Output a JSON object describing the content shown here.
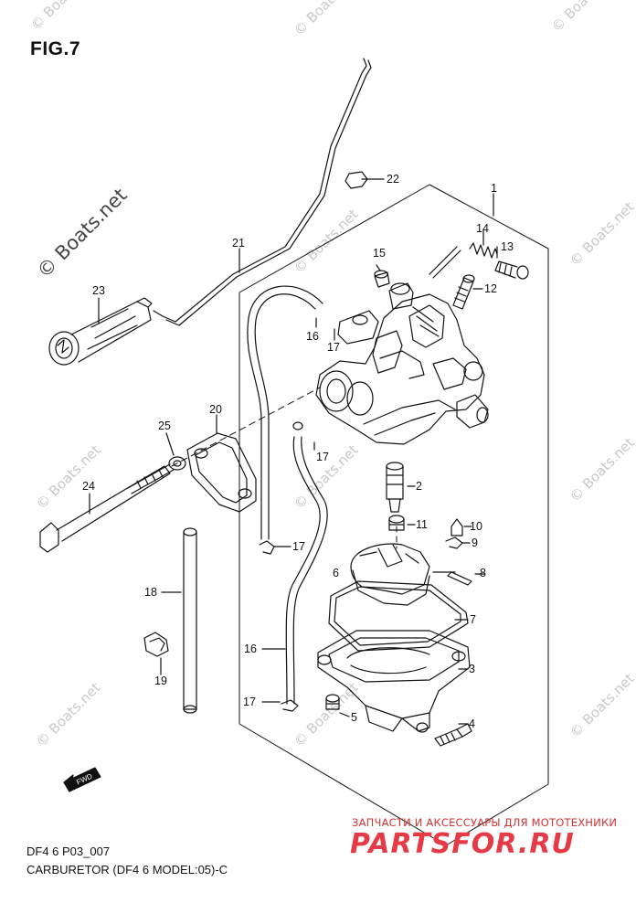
{
  "figure": {
    "title": "FIG.7",
    "code": "DF4 6 P03_007",
    "caption": "CARBURETOR (DF4 6 MODEL:05)-C"
  },
  "watermark": {
    "main": "© Boats.net",
    "repeat": "© Boats.net"
  },
  "promo": {
    "line": "ЗАПЧАСТИ И АКСЕССУАРЫ ДЛЯ МОТОТЕХНИКИ",
    "brand": "PARTSFOR.RU"
  },
  "fwd_label": "FWD",
  "part_numbers": {
    "p1": "1",
    "p2": "2",
    "p3": "3",
    "p4": "4",
    "p5": "5",
    "p6": "6",
    "p7": "7",
    "p8": "8",
    "p9": "9",
    "p10": "10",
    "p11": "11",
    "p12": "12",
    "p13": "13",
    "p14": "14",
    "p15": "15",
    "p16a": "16",
    "p16b": "16",
    "p17a": "17",
    "p17b": "17",
    "p17c": "17",
    "p17d": "17",
    "p18": "18",
    "p19": "19",
    "p20": "20",
    "p21": "21",
    "p22": "22",
    "p23": "23",
    "p24": "24",
    "p25": "25"
  }
}
